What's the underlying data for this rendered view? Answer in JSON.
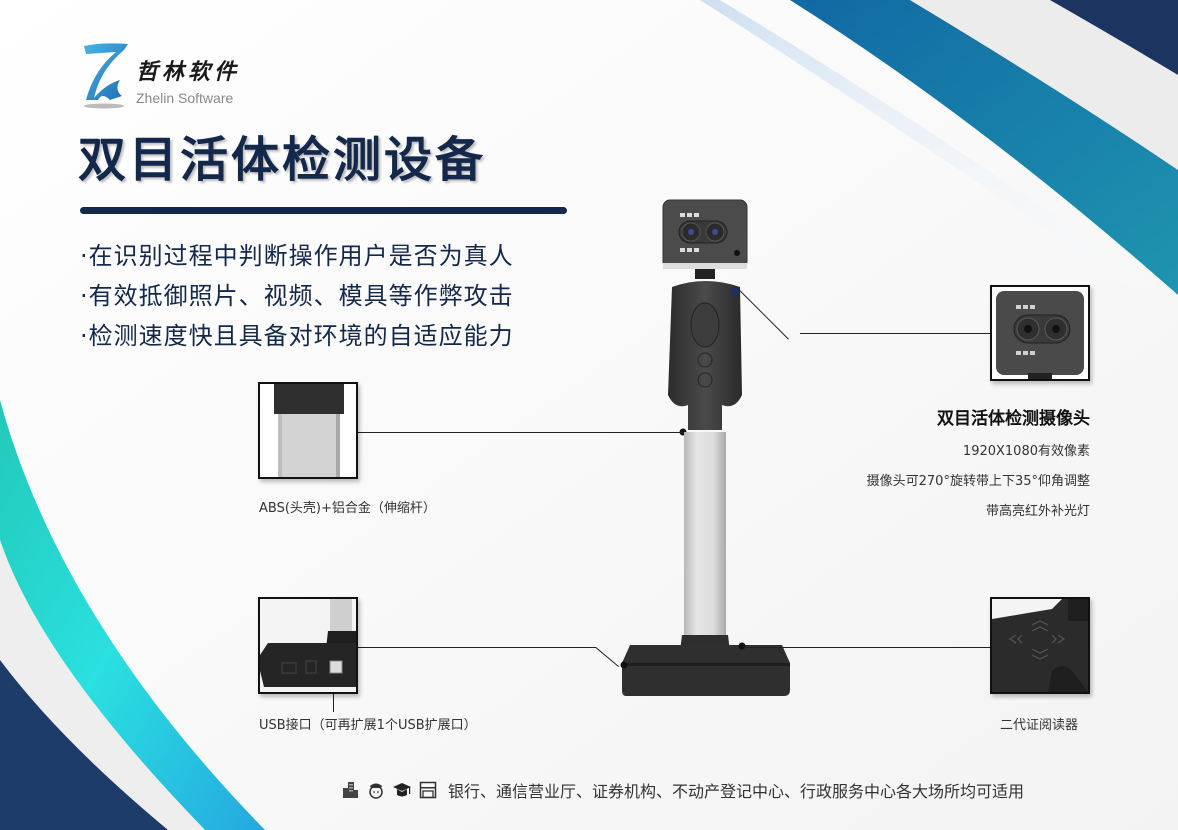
{
  "brand": {
    "name_cn": "哲林软件",
    "name_en": "Zhelin Software"
  },
  "hero": {
    "title": "双目活体检测设备",
    "bullets": [
      "·在识别过程中判断操作用户是否为真人",
      "·有效抵御照片、视频、模具等作弊攻击",
      "·检测速度快且具备对环境的自适应能力"
    ]
  },
  "callouts": {
    "pole": {
      "caption": "ABS(头壳)+铝合金（伸缩杆）",
      "image": "telescopic-pole-closeup"
    },
    "usb": {
      "caption": "USB接口（可再扩展1个USB扩展口）",
      "image": "usb-port-closeup"
    },
    "reader": {
      "caption": "二代证阅读器",
      "image": "id-card-reader-closeup"
    },
    "camera": {
      "title": "双目活体检测摄像头",
      "specs": [
        "1920X1080有效像素",
        "摄像头可270°旋转带上下35°仰角调整",
        "带高亮红外补光灯"
      ],
      "image": "binocular-camera-closeup"
    }
  },
  "footer": {
    "icons": [
      "building-icon",
      "police-officer-icon",
      "graduation-cap-icon",
      "service-hall-icon"
    ],
    "text": "银行、通信营业厅、证券机构、不动产登记中心、行政服务中心各大场所均可适用"
  },
  "colors": {
    "navy": "#13284a",
    "deep_navy": "#1c3a66",
    "teal_blue": "#1a7ea8",
    "cyan": "#27d3d8",
    "light_gray": "#ececec"
  }
}
